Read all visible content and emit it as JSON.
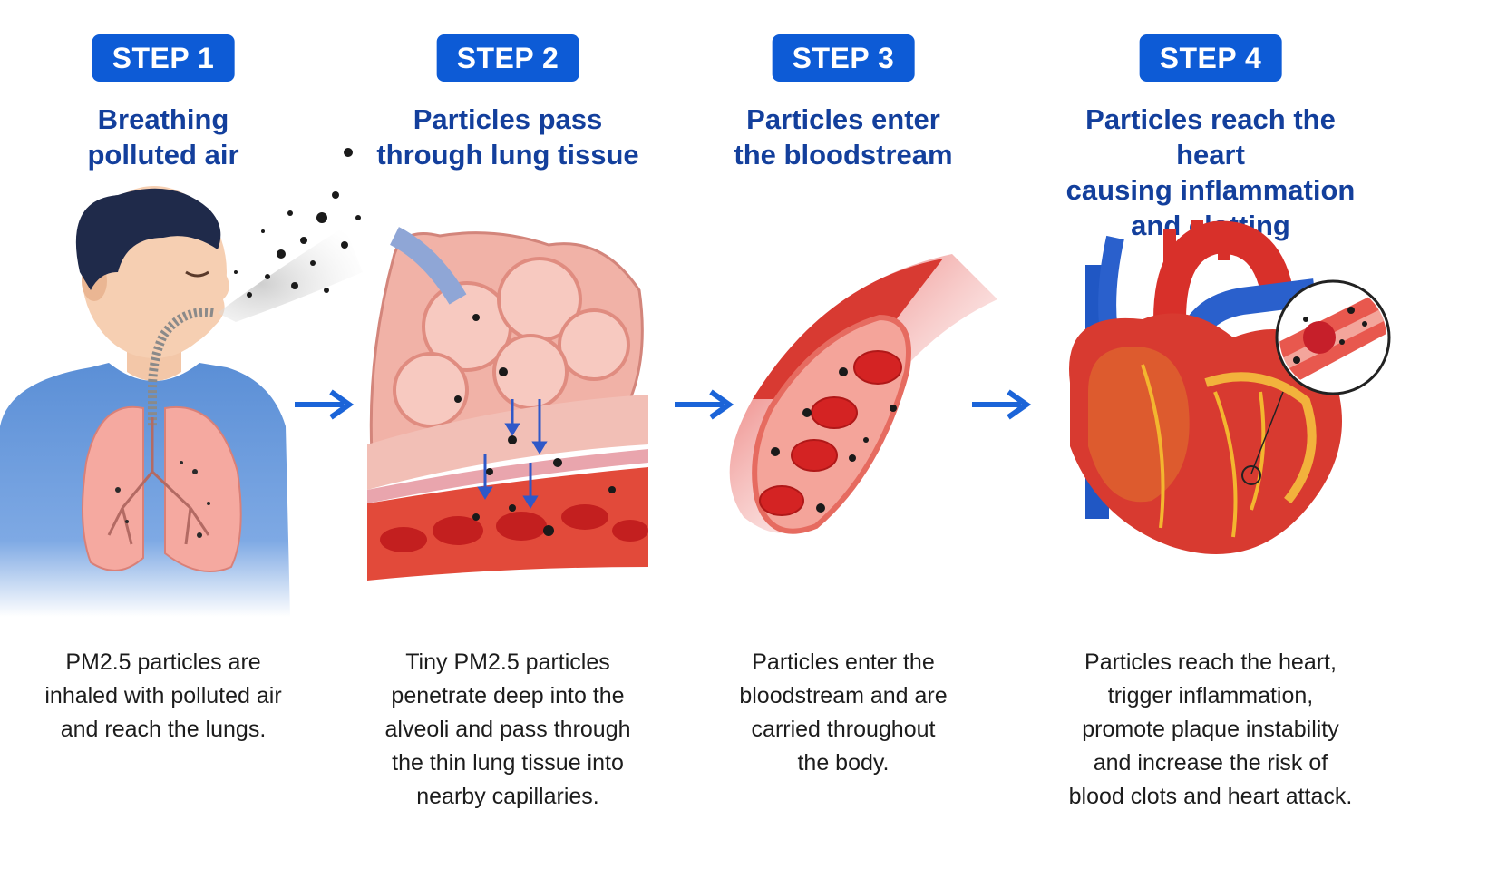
{
  "steps": [
    {
      "badge": "STEP 1",
      "heading": "Breathing\npolluted air",
      "description": "PM2.5 particles are\ninhaled with polluted air\nand reach the lungs."
    },
    {
      "badge": "STEP 2",
      "heading": "Particles pass\nthrough lung tissue",
      "description": "Tiny PM2.5 particles\npenetrate deep into the\nalveoli and pass through\nthe thin lung tissue into\nnearby capillaries."
    },
    {
      "badge": "STEP 3",
      "heading": "Particles enter\nthe bloodstream",
      "description": "Particles enter the\nbloodstream and are\ncarried throughout\nthe body."
    },
    {
      "badge": "STEP 4",
      "heading": "Particles reach the heart\ncausing inflammation\nand clotting",
      "description": "Particles reach the heart,\ntrigger inflammation,\npromote plaque instability\nand increase the risk of\nblood clots and heart attack."
    }
  ],
  "colors": {
    "badge": "#0d5bd6",
    "heading": "#133f9c",
    "arrow": "#1b64d8",
    "blood": "#d92828",
    "tissue": "#f3a8a0",
    "particle": "#1a1a1a"
  }
}
